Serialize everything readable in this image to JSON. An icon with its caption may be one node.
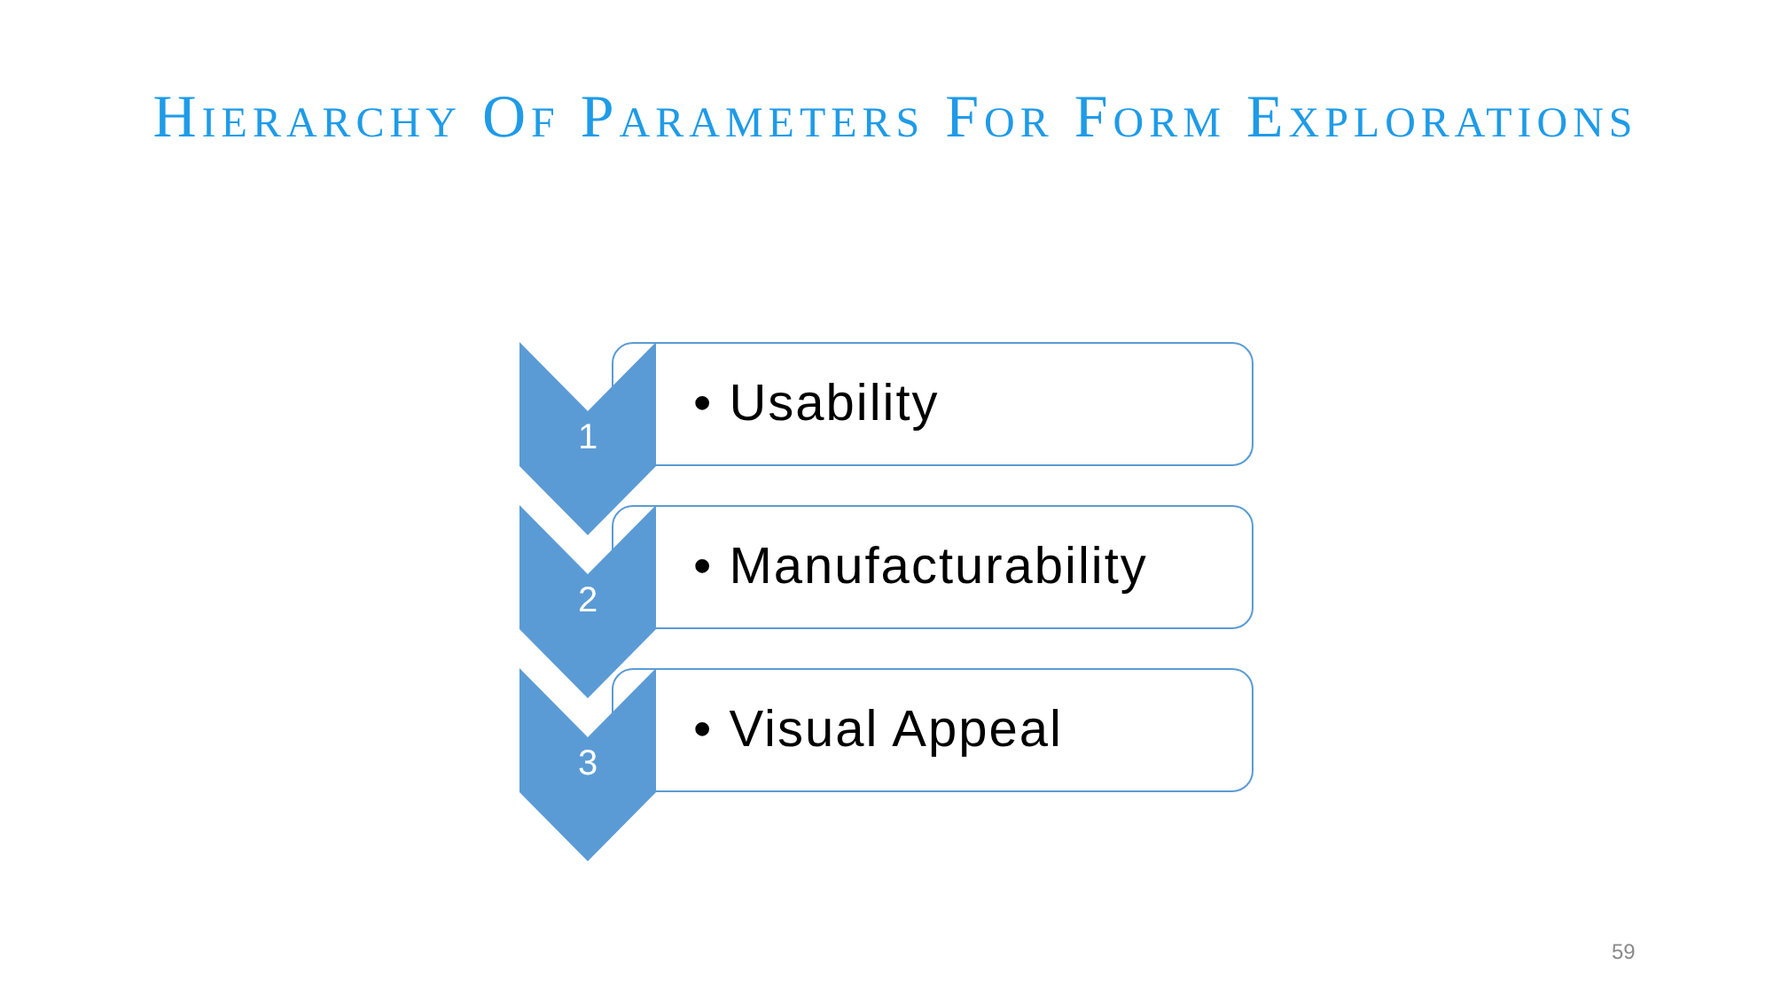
{
  "diagram": {
    "title": "Hierarchy Of Parameters For Form Explorations",
    "nodes": [
      {
        "text": [
          "1"
        ]
      },
      {
        "text": [
          "• Usability"
        ]
      },
      {
        "text": [
          "2"
        ]
      },
      {
        "text": [
          "• Manufacturability"
        ]
      },
      {
        "text": [
          "3"
        ]
      },
      {
        "text": [
          "• Visual Appeal"
        ]
      }
    ],
    "edges": [],
    "labels": [
      "59"
    ]
  }
}
